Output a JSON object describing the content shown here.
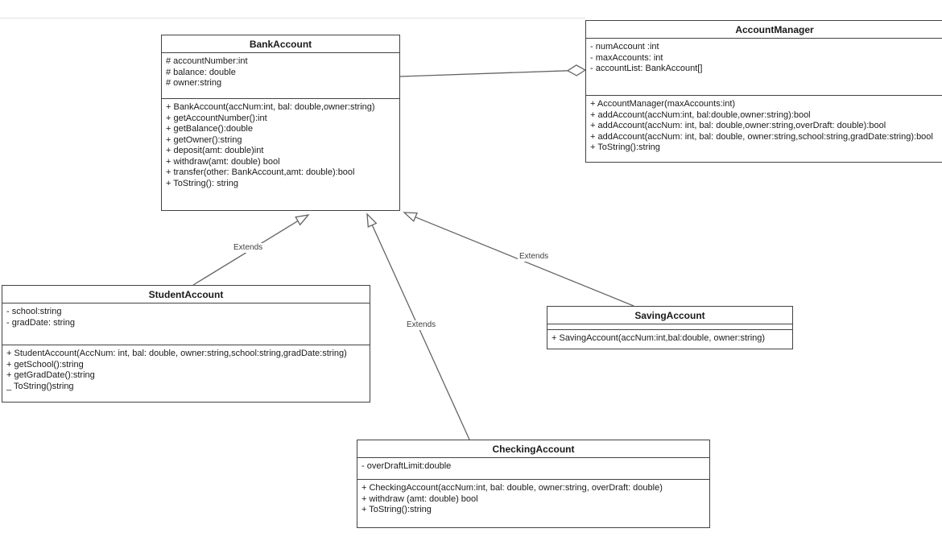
{
  "colors": {
    "canvas_background": "#ffffff",
    "box_border": "#424242",
    "connector_line": "#646464",
    "page_edge_line": "#e3e3e3"
  },
  "classes": {
    "bankAccount": {
      "title": "BankAccount",
      "attributes": [
        "# accountNumber:int",
        "# balance: double",
        "# owner:string"
      ],
      "methods": [
        "+ BankAccount(accNum:int, bal: double,owner:string)",
        "+ getAccountNumber():int",
        "+ getBalance():double",
        "+ getOwner():string",
        "+ deposit(amt: double)int",
        "+ withdraw(amt: double) bool",
        "+ transfer(other: BankAccount,amt: double):bool",
        "+ ToString(): string"
      ]
    },
    "accountManager": {
      "title": "AccountManager",
      "attributes": [
        "- numAccount :int",
        "- maxAccounts: int",
        "- accountList: BankAccount[]"
      ],
      "methods": [
        "+ AccountManager(maxAccounts:int)",
        "+ addAccount(accNum:int, bal:double,owner:string):bool",
        "+ addAccount(accNum: int, bal: double,owner:string,overDraft: double):bool",
        "+ addAccount(accNum: int, bal: double, owner:string,school:string,gradDate:string):bool",
        "+ ToString():string"
      ]
    },
    "studentAccount": {
      "title": "StudentAccount",
      "attributes": [
        "- school:string",
        "- gradDate: string"
      ],
      "methods": [
        "+ StudentAccount(AccNum: int, bal: double, owner:string,school:string,gradDate:string)",
        "+ getSchool():string",
        "+ getGradDate():string",
        "_ ToString()string"
      ]
    },
    "savingAccount": {
      "title": "SavingAccount",
      "attributes": [],
      "methods": [
        "+ SavingAccount(accNum:int,bal:double, owner:string)"
      ]
    },
    "checkingAccount": {
      "title": "CheckingAccount",
      "attributes": [
        "- overDraftLimit:double"
      ],
      "methods": [
        "+ CheckingAccount(accNum:int, bal: double, owner:string, overDraft: double)",
        "+ withdraw (amt: double) bool",
        "+ ToString():string"
      ]
    }
  },
  "relationships": [
    {
      "type": "generalization",
      "from": "StudentAccount",
      "to": "BankAccount",
      "label": "Extends"
    },
    {
      "type": "generalization",
      "from": "CheckingAccount",
      "to": "BankAccount",
      "label": "Extends"
    },
    {
      "type": "generalization",
      "from": "SavingAccount",
      "to": "BankAccount",
      "label": "Extends"
    },
    {
      "type": "aggregation",
      "from": "AccountManager",
      "to": "BankAccount",
      "label": ""
    }
  ]
}
